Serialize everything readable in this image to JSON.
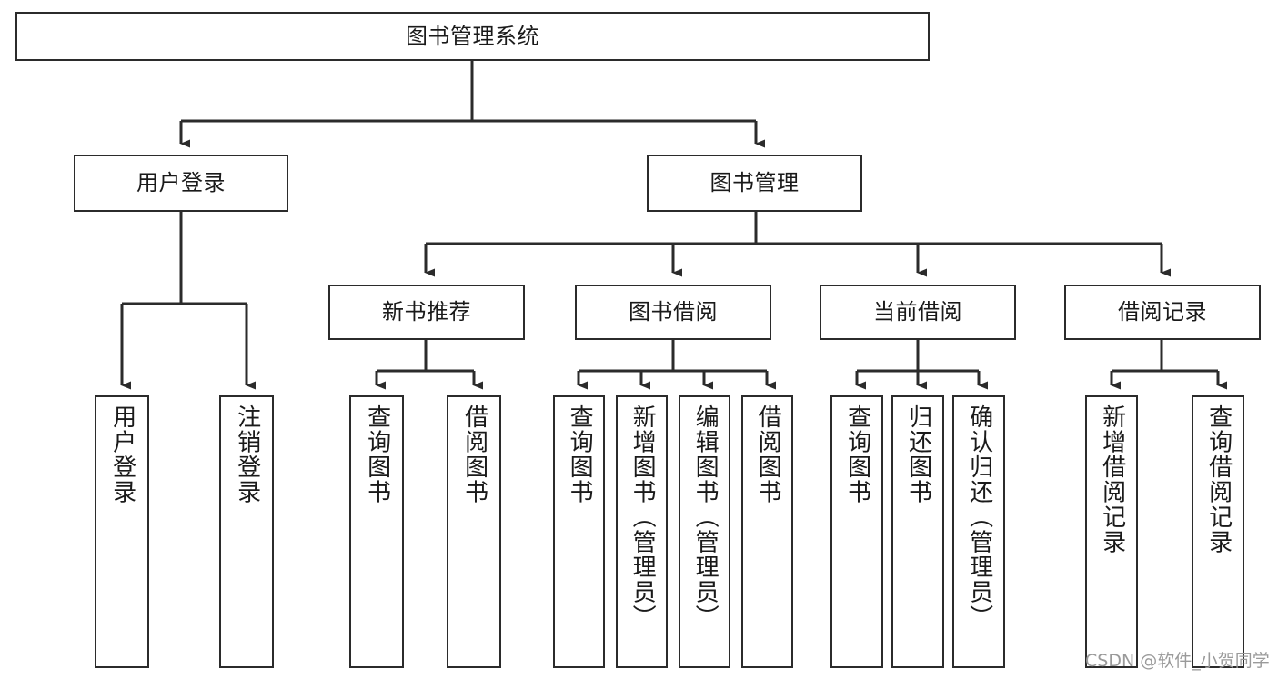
{
  "diagram": {
    "type": "tree-hierarchy",
    "title": "图书管理系统",
    "watermark": "CSDN @软件_小贺同学",
    "colors": {
      "box_border": "#2b2b2b",
      "box_fill": "#ffffff",
      "edge": "#2b2b2b",
      "text": "#1a1a1a",
      "watermark": "#9a9a9a"
    },
    "nodes": {
      "root": {
        "label": "图书管理系统",
        "level": 1,
        "orientation": "horizontal"
      },
      "user_login": {
        "label": "用户登录",
        "level": 2,
        "orientation": "horizontal"
      },
      "book_manage": {
        "label": "图书管理",
        "level": 2,
        "orientation": "horizontal"
      },
      "new_book_rec": {
        "label": "新书推荐",
        "level": 3,
        "orientation": "horizontal"
      },
      "book_borrow": {
        "label": "图书借阅",
        "level": 3,
        "orientation": "horizontal"
      },
      "current_borrow": {
        "label": "当前借阅",
        "level": 3,
        "orientation": "horizontal"
      },
      "borrow_record": {
        "label": "借阅记录",
        "level": 3,
        "orientation": "horizontal"
      },
      "leaf_user_login": {
        "label": "用户登录",
        "level": 4,
        "orientation": "vertical"
      },
      "leaf_logout": {
        "label": "注销登录",
        "level": 4,
        "orientation": "vertical"
      },
      "leaf_query_book_1": {
        "label": "查询图书",
        "level": 4,
        "orientation": "vertical"
      },
      "leaf_borrow_book_1": {
        "label": "借阅图书",
        "level": 4,
        "orientation": "vertical"
      },
      "leaf_query_book_2": {
        "label": "查询图书",
        "level": 4,
        "orientation": "vertical"
      },
      "leaf_add_book": {
        "label": "新增图书（管理员）",
        "level": 4,
        "orientation": "vertical"
      },
      "leaf_edit_book": {
        "label": "编辑图书（管理员）",
        "level": 4,
        "orientation": "vertical"
      },
      "leaf_borrow_book_2": {
        "label": "借阅图书",
        "level": 4,
        "orientation": "vertical"
      },
      "leaf_query_book_3": {
        "label": "查询图书",
        "level": 4,
        "orientation": "vertical"
      },
      "leaf_return_book": {
        "label": "归还图书",
        "level": 4,
        "orientation": "vertical"
      },
      "leaf_confirm_return": {
        "label": "确认归还（管理员）",
        "level": 4,
        "orientation": "vertical"
      },
      "leaf_add_record": {
        "label": "新增借阅记录",
        "level": 4,
        "orientation": "vertical"
      },
      "leaf_query_record": {
        "label": "查询借阅记录",
        "level": 4,
        "orientation": "vertical"
      }
    },
    "edges": [
      {
        "from": "root",
        "to": "user_login"
      },
      {
        "from": "root",
        "to": "book_manage"
      },
      {
        "from": "user_login",
        "to": "leaf_user_login"
      },
      {
        "from": "user_login",
        "to": "leaf_logout"
      },
      {
        "from": "book_manage",
        "to": "new_book_rec"
      },
      {
        "from": "book_manage",
        "to": "book_borrow"
      },
      {
        "from": "book_manage",
        "to": "current_borrow"
      },
      {
        "from": "book_manage",
        "to": "borrow_record"
      },
      {
        "from": "new_book_rec",
        "to": "leaf_query_book_1"
      },
      {
        "from": "new_book_rec",
        "to": "leaf_borrow_book_1"
      },
      {
        "from": "book_borrow",
        "to": "leaf_query_book_2"
      },
      {
        "from": "book_borrow",
        "to": "leaf_add_book"
      },
      {
        "from": "book_borrow",
        "to": "leaf_edit_book"
      },
      {
        "from": "book_borrow",
        "to": "leaf_borrow_book_2"
      },
      {
        "from": "current_borrow",
        "to": "leaf_query_book_3"
      },
      {
        "from": "current_borrow",
        "to": "leaf_return_book"
      },
      {
        "from": "current_borrow",
        "to": "leaf_confirm_return"
      },
      {
        "from": "borrow_record",
        "to": "leaf_add_record"
      },
      {
        "from": "borrow_record",
        "to": "leaf_query_record"
      }
    ]
  }
}
